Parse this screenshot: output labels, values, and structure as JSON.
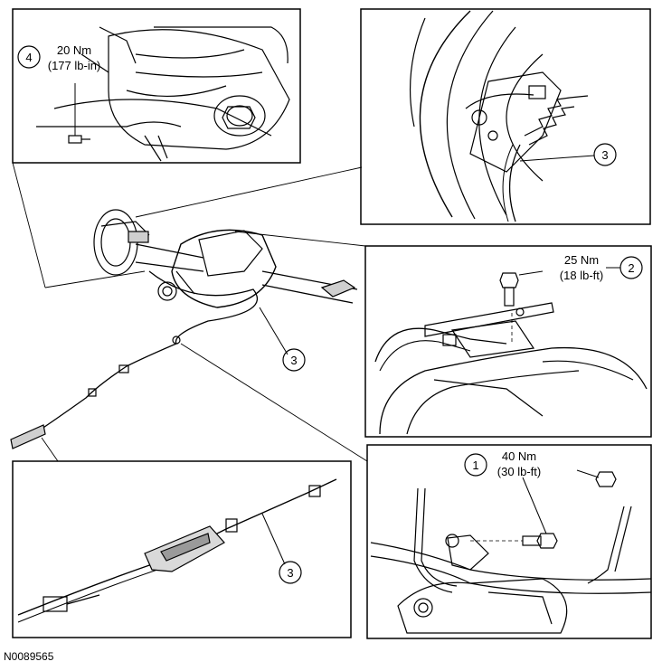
{
  "figure_id": "N0089565",
  "callouts": [
    {
      "number": "4",
      "torque_nm": "20 Nm",
      "torque_imperial": "(177 lb-in)"
    },
    {
      "number": "3"
    },
    {
      "number": "2",
      "torque_nm": "25 Nm",
      "torque_imperial": "(18 lb-ft)"
    },
    {
      "number": "3"
    },
    {
      "number": "1",
      "torque_nm": "40 Nm",
      "torque_imperial": "(30 lb-ft)"
    },
    {
      "number": "3"
    }
  ],
  "colors": {
    "line": "#000000",
    "panel_border": "#000000",
    "background": "#ffffff",
    "shade": "#cfcfcf"
  }
}
